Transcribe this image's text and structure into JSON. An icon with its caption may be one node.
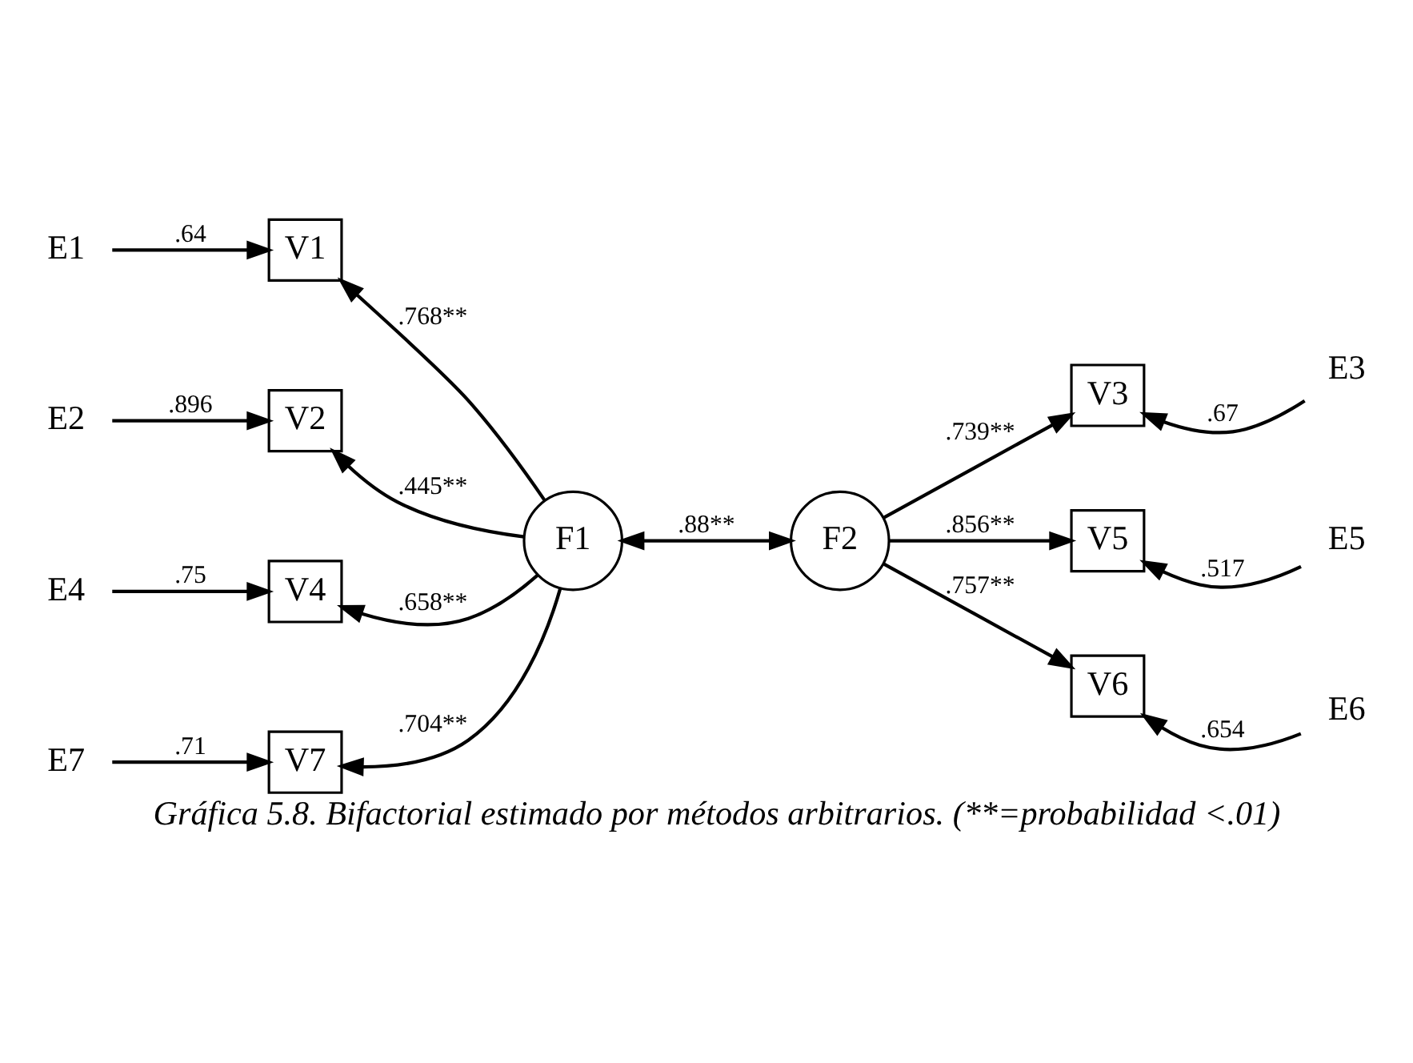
{
  "diagram": {
    "caption": "Gráfica 5.8. Bifactorial estimado por métodos arbitrarios. (**=probabilidad <.01)",
    "nodes": [
      {
        "text": [
          "E1"
        ]
      },
      {
        "text": [
          "V1"
        ]
      },
      {
        "text": [
          "V3"
        ]
      },
      {
        "text": [
          "E3"
        ]
      },
      {
        "text": [
          "E2"
        ]
      },
      {
        "text": [
          "V2"
        ]
      },
      {
        "text": [
          "F1"
        ]
      },
      {
        "text": [
          "F2"
        ]
      },
      {
        "text": [
          "V5"
        ]
      },
      {
        "text": [
          "E5"
        ]
      },
      {
        "text": [
          "E4"
        ]
      },
      {
        "text": [
          "V4"
        ]
      },
      {
        "text": [
          "V6"
        ]
      },
      {
        "text": [
          "E6"
        ]
      },
      {
        "text": [
          "E7"
        ]
      },
      {
        "text": [
          "V7"
        ]
      }
    ],
    "edges": [
      {
        "from": 6,
        "to": 1,
        "arrow": "to",
        "label": ".768**"
      },
      {
        "from": 6,
        "to": 7,
        "arrow": "both",
        "label": ".88**"
      },
      {
        "from": 7,
        "to": 2,
        "arrow": "to",
        "label": ".739**"
      },
      {
        "from": 6,
        "to": 5,
        "arrow": "to",
        "label": ".445**"
      },
      {
        "from": 7,
        "to": 8,
        "arrow": "to",
        "label": ".856**"
      },
      {
        "from": 6,
        "to": 11,
        "arrow": "to",
        "label": ".658**"
      },
      {
        "from": 7,
        "to": 12,
        "arrow": "to",
        "label": ".757**"
      },
      {
        "from": 6,
        "to": 15,
        "arrow": "to",
        "label": ".704**"
      },
      {
        "from": 0,
        "to": 1,
        "arrow": "to",
        "label": ".64"
      },
      {
        "from": 3,
        "to": 2,
        "arrow": "to",
        "label": ".67"
      },
      {
        "from": 4,
        "to": 5,
        "arrow": "to",
        "label": ".896"
      },
      {
        "from": 9,
        "to": 8,
        "arrow": "to",
        "label": ".517"
      },
      {
        "from": 10,
        "to": 11,
        "arrow": "to",
        "label": ".75"
      },
      {
        "from": 13,
        "to": 12,
        "arrow": "to",
        "label": ".654"
      },
      {
        "from": 14,
        "to": 15,
        "arrow": "to",
        "label": ".71"
      }
    ]
  }
}
